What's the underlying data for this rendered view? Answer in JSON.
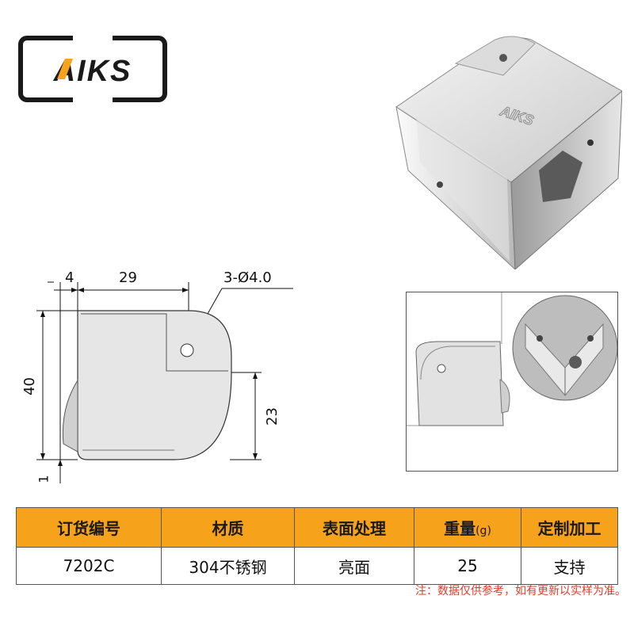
{
  "brand": {
    "logo_text": "AIKS"
  },
  "drawing": {
    "dim_top_small": "4",
    "dim_top_large": "29",
    "dim_hole": "3-Ø4.0",
    "dim_height": "40",
    "dim_right": "23",
    "dim_bottom": "1"
  },
  "spec_table": {
    "headers": [
      "订货编号",
      "材质",
      "表面处理",
      "重量",
      "定制加工"
    ],
    "weight_unit": "(g)",
    "row": [
      "7202C",
      "304不锈钢",
      "亮面",
      "25",
      "支持"
    ]
  },
  "note": "注：数据仅供参考，如有更新以实样为准。",
  "colors": {
    "header_bg": "#f7a21b",
    "note": "#e23b2a"
  }
}
